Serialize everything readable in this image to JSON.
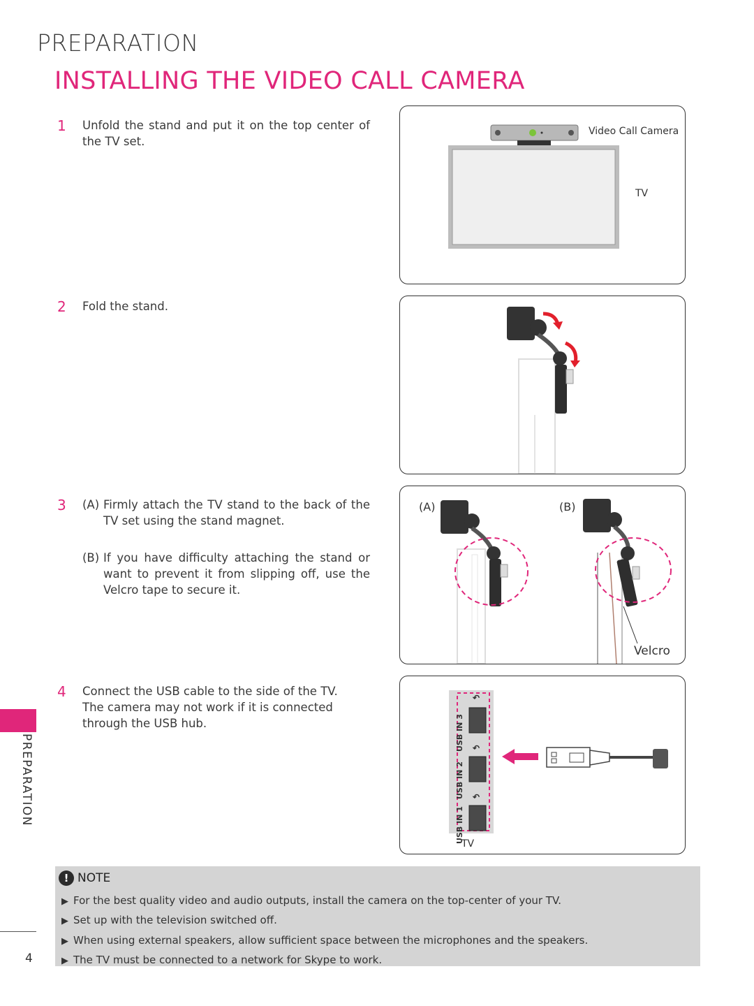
{
  "header": {
    "section": "PREPARATION",
    "title": "INSTALLING THE VIDEO CALL CAMERA"
  },
  "steps": [
    {
      "num": "1",
      "text": "Unfold the stand and put it on the top center of the TV set."
    },
    {
      "num": "2",
      "text": "Fold the stand."
    },
    {
      "num": "3",
      "parts": [
        {
          "label": "(A)",
          "text": "Firmly attach the TV stand to the back of the TV set using the stand magnet."
        },
        {
          "label": "(B)",
          "text": "If you have difficulty attaching the stand or want to prevent it from slipping off, use the Velcro tape to secure it."
        }
      ]
    },
    {
      "num": "4",
      "text": "Connect the USB cable to the side of the TV. The camera may not work if it is connected through the USB hub."
    }
  ],
  "figures": {
    "fig1": {
      "camera_label": "Video Call Camera",
      "tv_label": "TV"
    },
    "fig3": {
      "label_a": "(A)",
      "label_b": "(B)",
      "velcro_label": "Velcro"
    },
    "fig4": {
      "ports": [
        "USB IN 3",
        "USB IN 2",
        "USB IN 1"
      ],
      "tv_label": "TV"
    }
  },
  "note": {
    "icon": "!",
    "title": "NOTE",
    "items": [
      "For the best quality video and audio outputs, install the camera on the top-center of your TV.",
      "Set up with the television switched off.",
      "When using external speakers, allow sufficient space between the microphones and the speakers.",
      "The TV must be connected to a network for Skype to work."
    ]
  },
  "sidebar": {
    "label": "PREPARATION"
  },
  "page_number": "4",
  "colors": {
    "accent": "#e0267a",
    "note_bg": "#d4d4d4",
    "text": "#3a3a3a"
  }
}
